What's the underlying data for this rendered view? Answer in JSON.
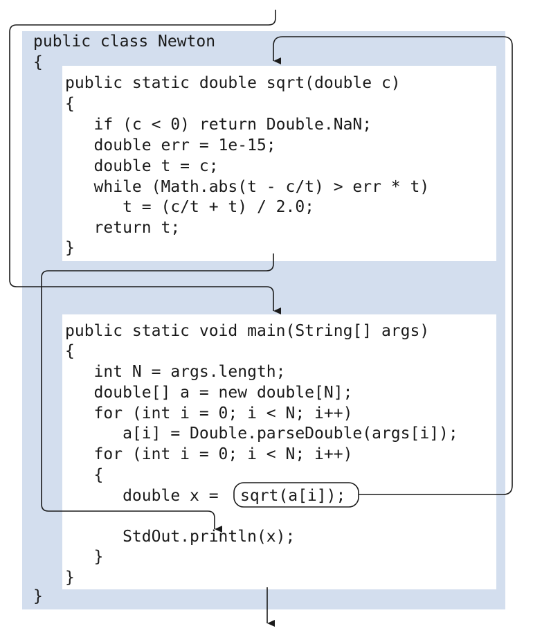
{
  "colors": {
    "outer_panel": "#d3deee",
    "inner_panel": "#ffffff",
    "flow_line": "#1a1a1a",
    "text": "#1a1a1a"
  },
  "outer_class": {
    "header": "public class Newton",
    "open_brace": "{",
    "close_brace": "}"
  },
  "sqrt_method": {
    "lines": [
      "public static double sqrt(double c)",
      "{",
      "   if (c < 0) return Double.NaN;",
      "   double err = 1e-15;",
      "   double t = c;",
      "   while (Math.abs(t - c/t) > err * t)",
      "      t = (c/t + t) / 2.0;",
      "   return t;",
      "}"
    ]
  },
  "main_method": {
    "lines": [
      "public static void main(String[] args)",
      "{",
      "   int N = args.length;",
      "   double[] a = new double[N];",
      "   for (int i = 0; i < N; i++)",
      "      a[i] = Double.parseDouble(args[i]);",
      "   for (int i = 0; i < N; i++)",
      "   {",
      "      double x = ",
      "",
      "      StdOut.println(x);",
      "   }",
      "}"
    ],
    "call_expression": "sqrt(a[i]);"
  },
  "flow_arrows": [
    "entry-to-main",
    "call-to-sqrt",
    "return-to-main",
    "program-exit"
  ]
}
